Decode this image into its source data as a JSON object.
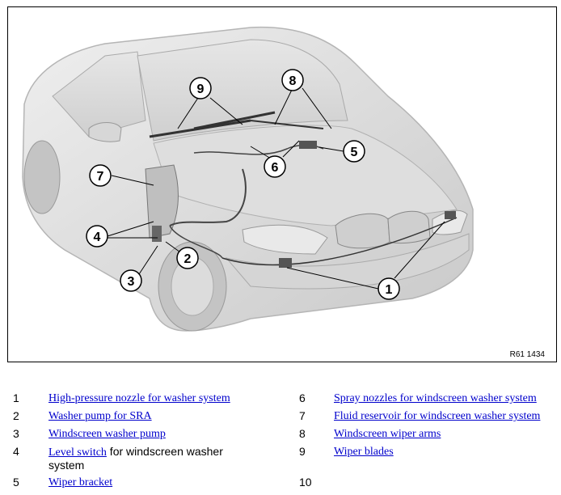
{
  "figure": {
    "reference": "R61 1434",
    "callouts": [
      "1",
      "2",
      "3",
      "4",
      "5",
      "6",
      "7",
      "8",
      "9"
    ]
  },
  "legend": [
    {
      "num": "1",
      "link": "High-pressure nozzle for washer system",
      "rest": ""
    },
    {
      "num": "2",
      "link": "Washer pump for SRA",
      "rest": ""
    },
    {
      "num": "3",
      "link": "Windscreen washer pump",
      "rest": ""
    },
    {
      "num": "4",
      "link": "Level switch",
      "rest": " for windscreen washer",
      "rest2": "system"
    },
    {
      "num": "5",
      "link": "Wiper bracket",
      "rest": ""
    },
    {
      "num": "6",
      "link": "Spray nozzles for windscreen washer system",
      "rest": ""
    },
    {
      "num": "7",
      "link": "Fluid reservoir for windscreen washer system",
      "rest": ""
    },
    {
      "num": "8",
      "link": "Windscreen wiper arms",
      "rest": ""
    },
    {
      "num": "9",
      "link": "Wiper blades",
      "rest": ""
    },
    {
      "num": "10",
      "link": "",
      "rest": ""
    }
  ]
}
